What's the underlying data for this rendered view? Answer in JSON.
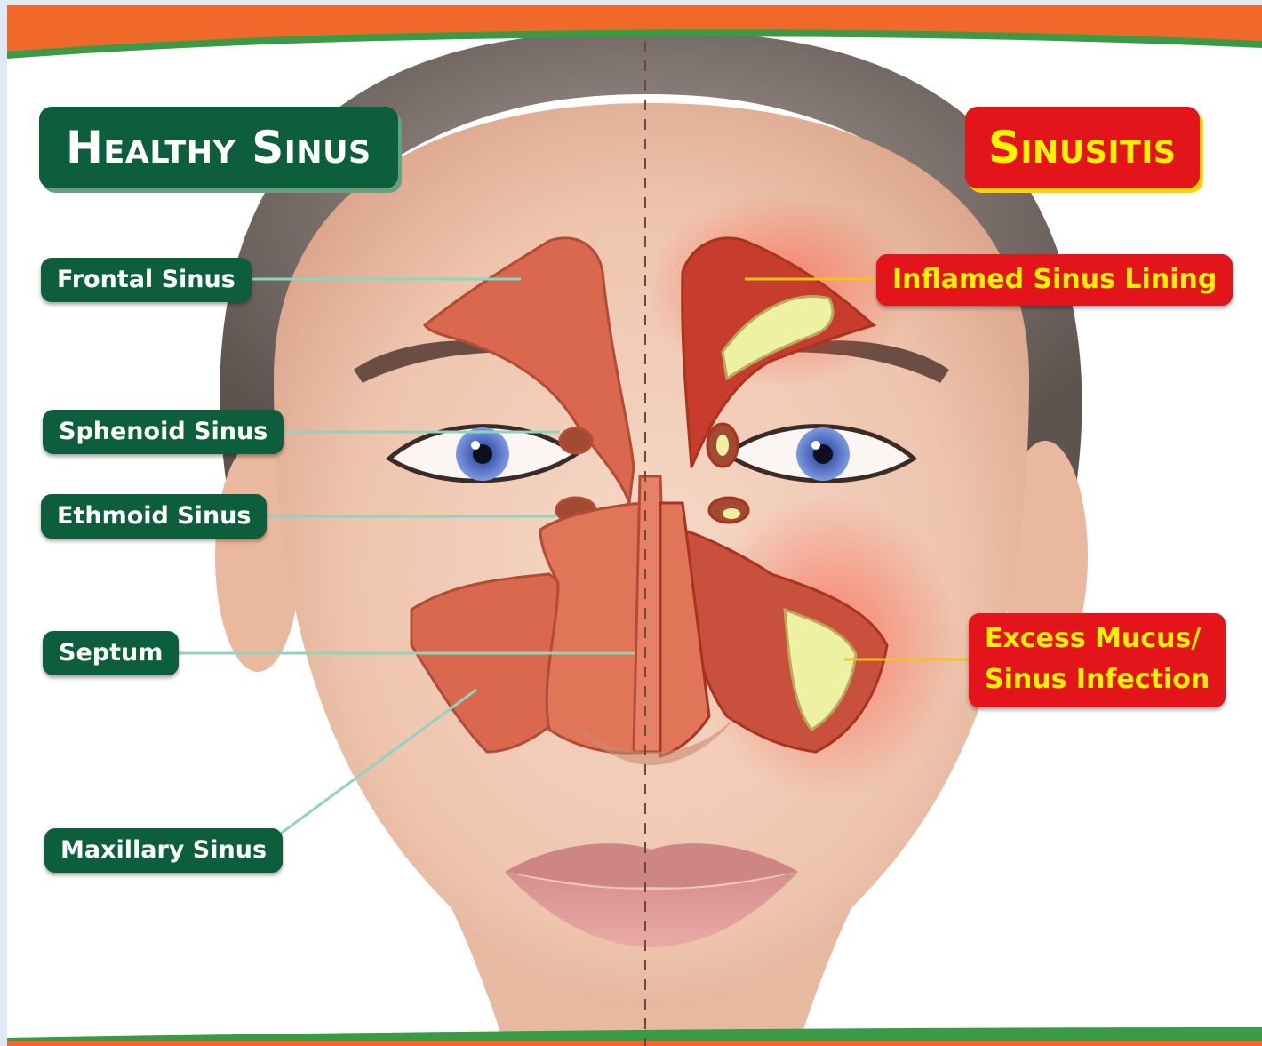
{
  "left_panel": {
    "title": "Healthy Sinus",
    "labels": {
      "frontal": "Frontal Sinus",
      "sphenoid": "Sphenoid Sinus",
      "ethmoid": "Ethmoid Sinus",
      "septum": "Septum",
      "maxillary": "Maxillary Sinus"
    }
  },
  "right_panel": {
    "title": "Sinusitis",
    "labels": {
      "inflamed": "Inflamed Sinus Lining",
      "mucus_line1": "Excess Mucus/",
      "mucus_line2": "Sinus Infection"
    }
  },
  "colors": {
    "banner_orange": "#f0692a",
    "banner_green": "#3a9a45",
    "healthy_label_bg": "#0c5e3d",
    "sinusitis_label_bg": "#e3151b",
    "sinusitis_text": "#fff200",
    "sinus_tissue": "#d9684e",
    "mucus": "#eef0a2",
    "iris": "#4f6fbf"
  }
}
